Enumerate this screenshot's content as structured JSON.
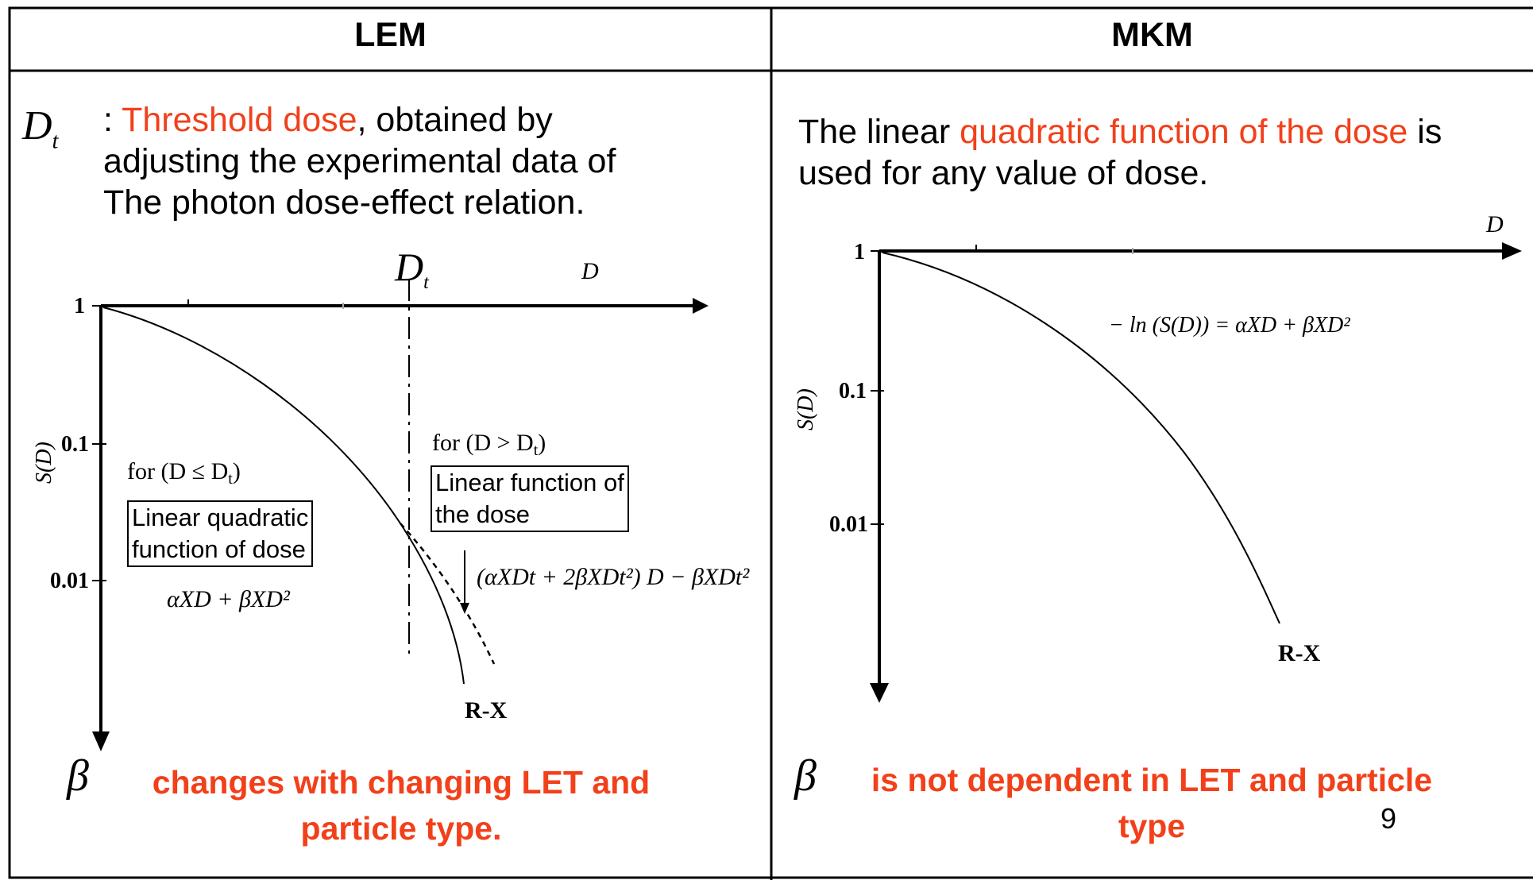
{
  "lem": {
    "header": "LEM",
    "dt_symbol": "D",
    "dt_sub": "t",
    "intro_colon": ": ",
    "intro_red": "Threshold dose",
    "intro_rest_1": ", obtained by",
    "intro_line_2": "adjusting the experimental data of",
    "intro_line_3": "The photon dose-effect relation.",
    "chart": {
      "top_dt_symbol": "D",
      "top_dt_sub": "t",
      "axis_x_label": "D",
      "axis_y_label": "S(D)",
      "tick_1": "1",
      "tick_01": "0.1",
      "tick_001": "0.01",
      "for_left": "for (D ≤ D",
      "for_left_sub": "t",
      "for_left_end": ")",
      "box_left_line1": "Linear quadratic",
      "box_left_line2": "function of dose",
      "formula_left": "α",
      "for_right": "for (D > D",
      "for_right_sub": "t",
      "for_right_end": ")",
      "box_right_line1": "Linear function of",
      "box_right_line2": "the dose",
      "formula_right": "(αXDt + 2βXDt²) D − βXDt²",
      "curve_label": "R-X"
    },
    "beta_symbol": "β",
    "footer_line1": "changes with changing LET and",
    "footer_line2": "particle type."
  },
  "mkm": {
    "header": "MKM",
    "intro_1": "The linear ",
    "intro_red": "quadratic function of the dose",
    "intro_2": " is",
    "intro_line_2": "used for any value of dose.",
    "chart": {
      "axis_x_label": "D",
      "axis_y_label": "S(D)",
      "tick_1": "1",
      "tick_01": "0.1",
      "tick_001": "0.01",
      "formula": "− ln (S(D)) = αXD + βXD²",
      "curve_label": "R-X"
    },
    "beta_symbol": "β",
    "footer_line1": "is not dependent in LET and particle",
    "footer_line2": "type"
  },
  "page_number": "9"
}
